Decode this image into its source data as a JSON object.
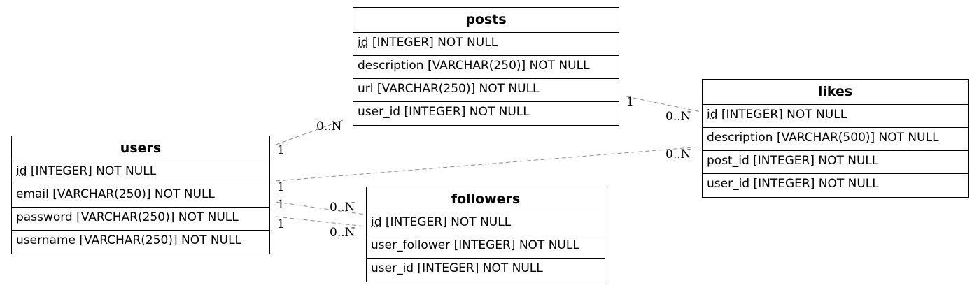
{
  "entities": {
    "posts": {
      "title": "posts",
      "fields": [
        {
          "name": "id",
          "type": "[INTEGER] NOT NULL"
        },
        {
          "name": "description",
          "type": "[VARCHAR(250)] NOT NULL"
        },
        {
          "name": "url",
          "type": "[VARCHAR(250)] NOT NULL"
        },
        {
          "name": "user_id",
          "type": "[INTEGER] NOT NULL"
        }
      ]
    },
    "likes": {
      "title": "likes",
      "fields": [
        {
          "name": "id",
          "type": "[INTEGER] NOT NULL"
        },
        {
          "name": "description",
          "type": "[VARCHAR(500)] NOT NULL"
        },
        {
          "name": "post_id",
          "type": "[INTEGER] NOT NULL"
        },
        {
          "name": "user_id",
          "type": "[INTEGER] NOT NULL"
        }
      ]
    },
    "users": {
      "title": "users",
      "fields": [
        {
          "name": "id",
          "type": "[INTEGER] NOT NULL"
        },
        {
          "name": "email",
          "type": "[VARCHAR(250)] NOT NULL"
        },
        {
          "name": "password",
          "type": "[VARCHAR(250)] NOT NULL"
        },
        {
          "name": "username",
          "type": "[VARCHAR(250)] NOT NULL"
        }
      ]
    },
    "followers": {
      "title": "followers",
      "fields": [
        {
          "name": "id",
          "type": "[INTEGER] NOT NULL"
        },
        {
          "name": "user_follower",
          "type": "[INTEGER] NOT NULL"
        },
        {
          "name": "user_id",
          "type": "[INTEGER] NOT NULL"
        }
      ]
    }
  },
  "relationships": [
    {
      "from": "users",
      "to": "posts",
      "from_card": "1",
      "to_card": "0..N"
    },
    {
      "from": "users",
      "to": "likes",
      "from_card": "1",
      "to_card": "0..N"
    },
    {
      "from": "users",
      "to": "followers",
      "from_card": "1",
      "to_card": "0..N"
    },
    {
      "from": "users",
      "to": "followers",
      "from_card": "1",
      "to_card": "0..N"
    },
    {
      "from": "posts",
      "to": "likes",
      "from_card": "1",
      "to_card": "0..N"
    }
  ],
  "colors": {
    "edge": "#8c8c8c",
    "border": "#000000"
  }
}
